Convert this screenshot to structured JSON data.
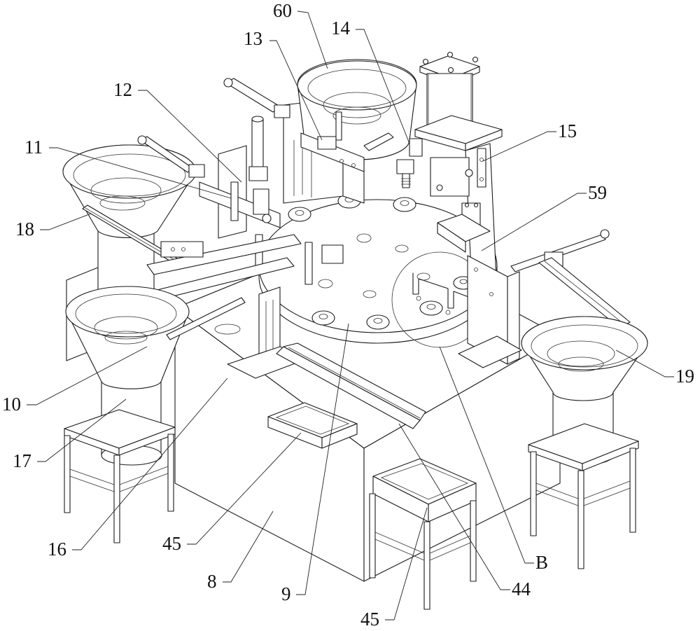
{
  "figure": {
    "kind": "patent-isometric-drawing",
    "subject": "Automatic bearing assembly machine with rotary turntable and vibratory bowl feeders"
  },
  "labels": [
    {
      "id": "60",
      "text": "60",
      "part": "vibratory-bowl-feeder-rear"
    },
    {
      "id": "13",
      "text": "13",
      "part": "feeding-mechanism"
    },
    {
      "id": "14",
      "text": "14",
      "part": "pressing-head"
    },
    {
      "id": "12",
      "text": "12",
      "part": "clamping-mechanism"
    },
    {
      "id": "11",
      "text": "11",
      "part": "transfer-mechanism"
    },
    {
      "id": "15",
      "text": "15",
      "part": "press-cylinder-assembly"
    },
    {
      "id": "18",
      "text": "18",
      "part": "vibratory-bowl-feeder-left"
    },
    {
      "id": "59",
      "text": "59",
      "part": "detection-mechanism"
    },
    {
      "id": "10",
      "text": "10",
      "part": "vibratory-bowl-feeder-front-left"
    },
    {
      "id": "19",
      "text": "19",
      "part": "vibratory-bowl-feeder-right"
    },
    {
      "id": "17",
      "text": "17",
      "part": "bowl-feeder-base"
    },
    {
      "id": "16",
      "text": "16",
      "part": "support-stand"
    },
    {
      "id": "45a",
      "text": "45",
      "part": "collection-box-front"
    },
    {
      "id": "8",
      "text": "8",
      "part": "machine-frame"
    },
    {
      "id": "9",
      "text": "9",
      "part": "rotary-turntable"
    },
    {
      "id": "B",
      "text": "B",
      "part": "detail-view-circle"
    },
    {
      "id": "44",
      "text": "44",
      "part": "discharge-chute"
    },
    {
      "id": "45b",
      "text": "45",
      "part": "collection-box-right"
    }
  ]
}
